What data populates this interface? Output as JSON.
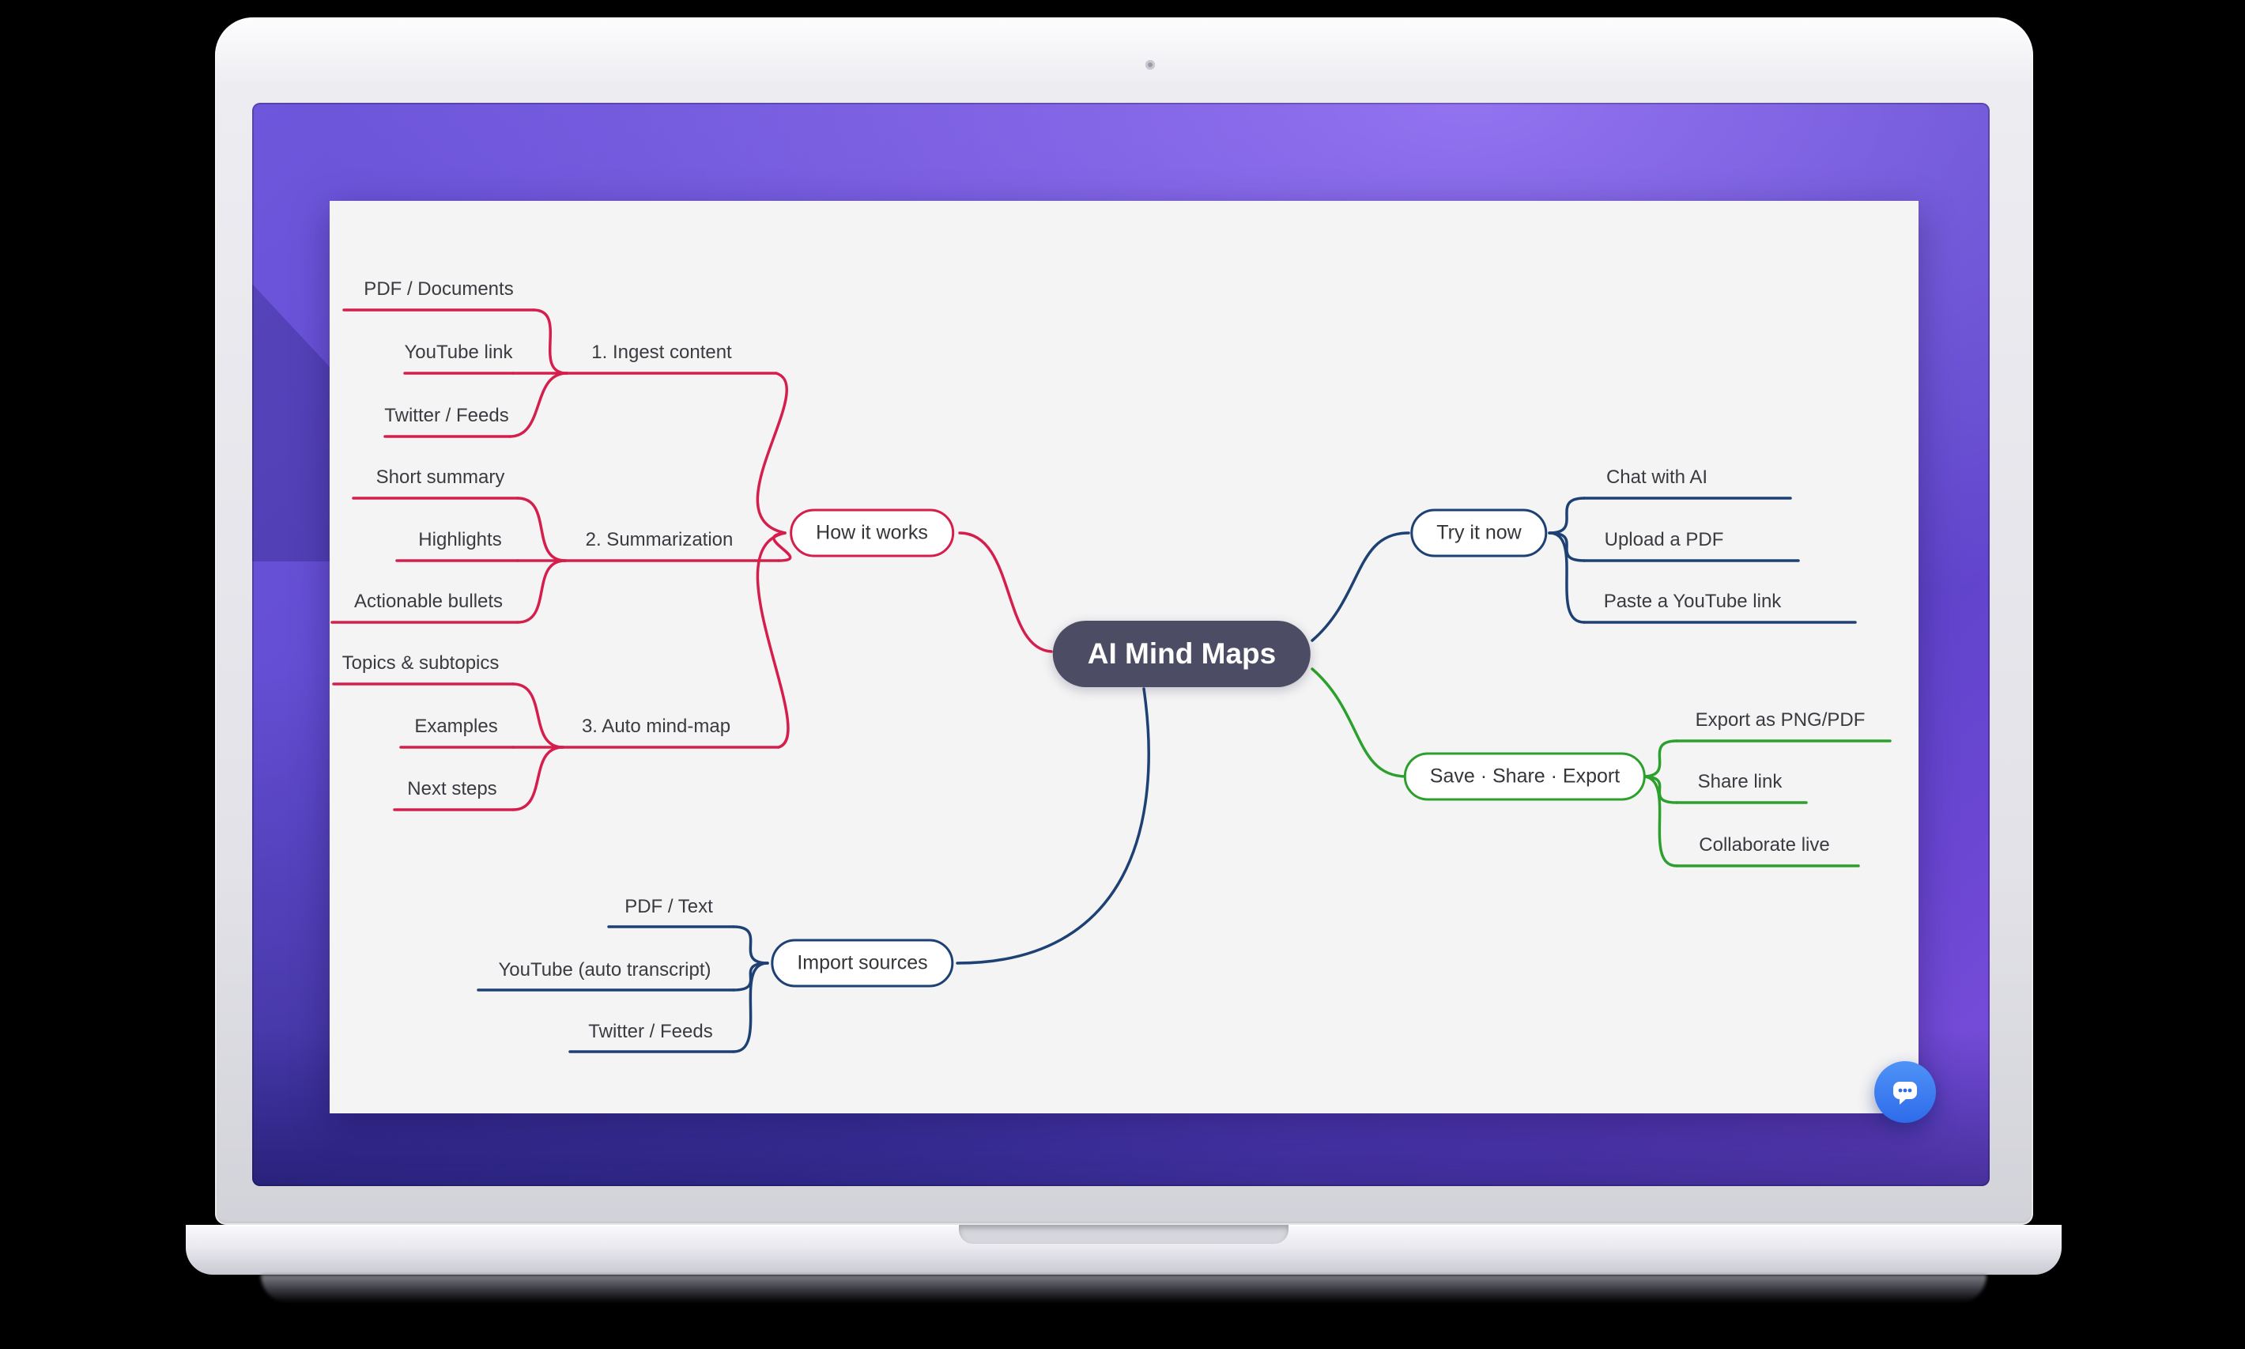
{
  "mindmap": {
    "root": "AI Mind Maps",
    "branches": {
      "how": {
        "label": "How it works",
        "color": "#d51e4c",
        "groups": [
          {
            "label": "1. Ingest content",
            "items": [
              "PDF / Documents",
              "YouTube link",
              "Twitter / Feeds"
            ]
          },
          {
            "label": "2. Summarization",
            "items": [
              "Short summary",
              "Highlights",
              "Actionable bullets"
            ]
          },
          {
            "label": "3. Auto mind-map",
            "items": [
              "Topics & subtopics",
              "Examples",
              "Next steps"
            ]
          }
        ]
      },
      "try": {
        "label": "Try it now",
        "color": "#1e4173",
        "items": [
          "Chat with AI",
          "Upload a PDF",
          "Paste a YouTube link"
        ]
      },
      "save": {
        "label": "Save · Share · Export",
        "color": "#2ca02c",
        "items": [
          "Export as PNG/PDF",
          "Share link",
          "Collaborate live"
        ]
      },
      "import": {
        "label": "Import sources",
        "color": "#1e4173",
        "items": [
          "PDF / Text",
          "YouTube (auto transcript)",
          "Twitter / Feeds"
        ]
      }
    }
  },
  "colors": {
    "root_fill": "#4c4c64",
    "canvas_bg": "#f4f4f5",
    "screen_purple": "#6d4fd2",
    "chat_fab_blue": "#2e6bea"
  },
  "chat": {
    "icon": "chat-bubble"
  }
}
